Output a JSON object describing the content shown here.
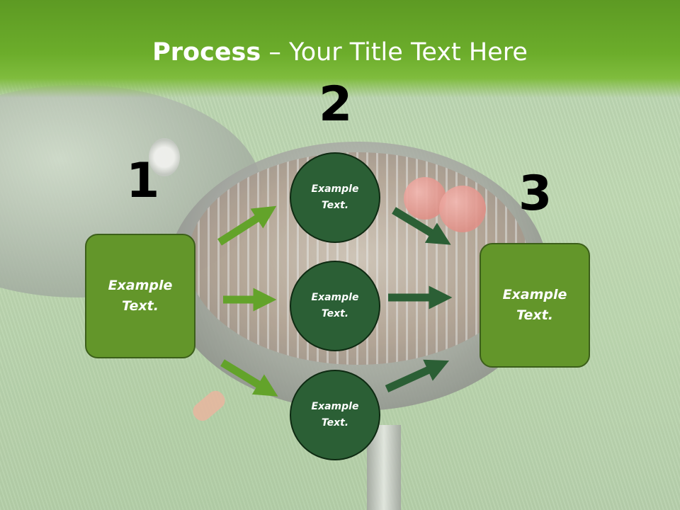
{
  "title": {
    "bold": "Process",
    "rest": " – Your Title Text Here"
  },
  "steps": [
    "1",
    "2",
    "3"
  ],
  "boxes": {
    "left": "Example\nText.",
    "right": "Example\nText."
  },
  "circles": [
    "Example\nText.",
    "Example\nText.",
    "Example\nText."
  ],
  "colors": {
    "title_band": "#6cad2b",
    "box_fill": "#63962a",
    "circle_fill": "#2b5f35",
    "arrow_light": "#63a32a",
    "arrow_dark": "#2b5f35"
  }
}
